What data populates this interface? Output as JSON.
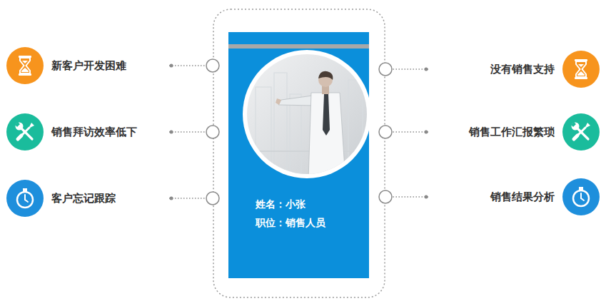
{
  "diagram": {
    "nodes": [
      {
        "text": [
          "姓名：小张",
          "职位：销售人员"
        ]
      },
      {
        "text": [
          "新客户开发困难"
        ]
      },
      {
        "text": [
          "销售拜访效率低下"
        ]
      },
      {
        "text": [
          "客户忘记跟踪"
        ]
      },
      {
        "text": [
          "没有销售支持"
        ]
      },
      {
        "text": [
          "销售工作汇报繁琐"
        ]
      },
      {
        "text": [
          "销售结果分析"
        ]
      }
    ],
    "edges": [
      {
        "from": 1,
        "to": 0,
        "arrow": "none"
      },
      {
        "from": 2,
        "to": 0,
        "arrow": "none"
      },
      {
        "from": 3,
        "to": 0,
        "arrow": "none"
      },
      {
        "from": 4,
        "to": 0,
        "arrow": "none"
      },
      {
        "from": 5,
        "to": 0,
        "arrow": "none"
      },
      {
        "from": 6,
        "to": 0,
        "arrow": "none"
      }
    ]
  }
}
